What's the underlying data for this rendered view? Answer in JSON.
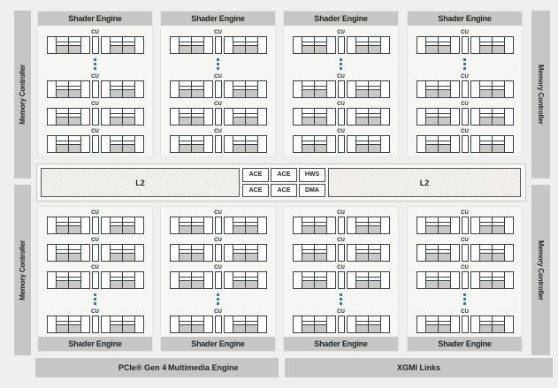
{
  "labels": {
    "shader_engine": "Shader Engine",
    "cu": "CU",
    "memory_controller": "Memory Controller",
    "l2": "L2"
  },
  "scheduler_blocks": {
    "row1": [
      "ACE",
      "ACE",
      "HWS"
    ],
    "row2": [
      "ACE",
      "ACE",
      "DMA"
    ]
  },
  "io_bars": {
    "pcie": "PCIe® Gen 4",
    "multimedia": "Multimedia Engine",
    "xgmi": "XGMI Links"
  },
  "layout_counts": {
    "top_shader_engines": 4,
    "bottom_shader_engines": 4,
    "visible_cu_rows_per_engine": 4,
    "memory_controller_bars": 4,
    "ellipsis_indicates_hidden_cus": true
  },
  "colors": {
    "background": "#efefee",
    "bar_gray": "#c6c7c5",
    "cu_fill_gray": "#c8c9c7",
    "ellipsis_teal": "#35808e",
    "outline_dark": "#3d4043"
  }
}
